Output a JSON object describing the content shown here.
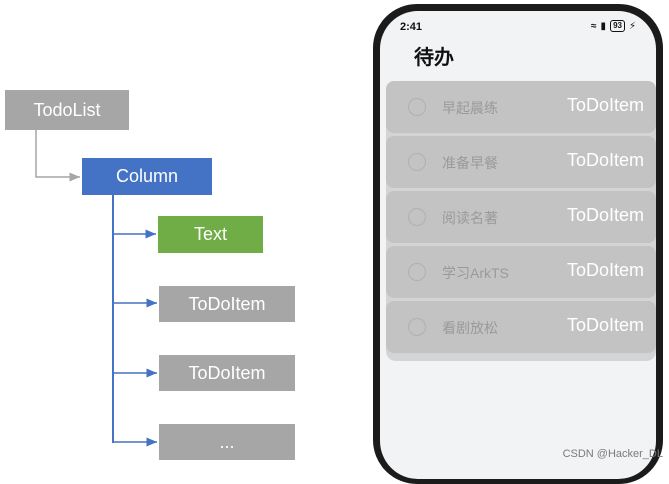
{
  "diagram": {
    "root": "TodoList",
    "column": "Column",
    "text": "Text",
    "item1": "ToDoItem",
    "item2": "ToDoItem",
    "more": "..."
  },
  "phone": {
    "time": "2:41",
    "battery": "93",
    "title": "待办",
    "items": [
      {
        "task": "早起晨练",
        "tag": "ToDoItem"
      },
      {
        "task": "准备早餐",
        "tag": "ToDoItem"
      },
      {
        "task": "阅读名著",
        "tag": "ToDoItem"
      },
      {
        "task": "学习ArkTS",
        "tag": "ToDoItem"
      },
      {
        "task": "看剧放松",
        "tag": "ToDoItem"
      }
    ]
  },
  "watermark": "CSDN @Hacker_DL",
  "colors": {
    "root": "#a6a6a6",
    "column": "#4472c4",
    "text": "#70ad47",
    "connector": "#4472c4",
    "root_connector": "#a6a6a6"
  }
}
